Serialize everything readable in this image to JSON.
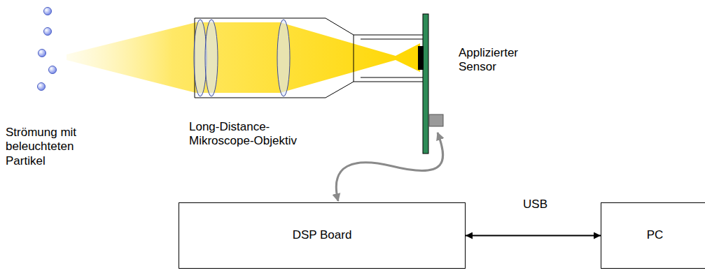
{
  "diagram": {
    "nodes": [
      {
        "text": [
          "DSP Board"
        ]
      },
      {
        "text": [
          "PC"
        ]
      }
    ],
    "edges": [
      {
        "from": 0,
        "to": 1,
        "arrow": "both",
        "label": "USB"
      }
    ],
    "labels": [
      "Strömung mit beleuchteten Partikel",
      "Long-Distance-Mikroscope-Objektiv",
      "Applizierter Sensor"
    ]
  }
}
